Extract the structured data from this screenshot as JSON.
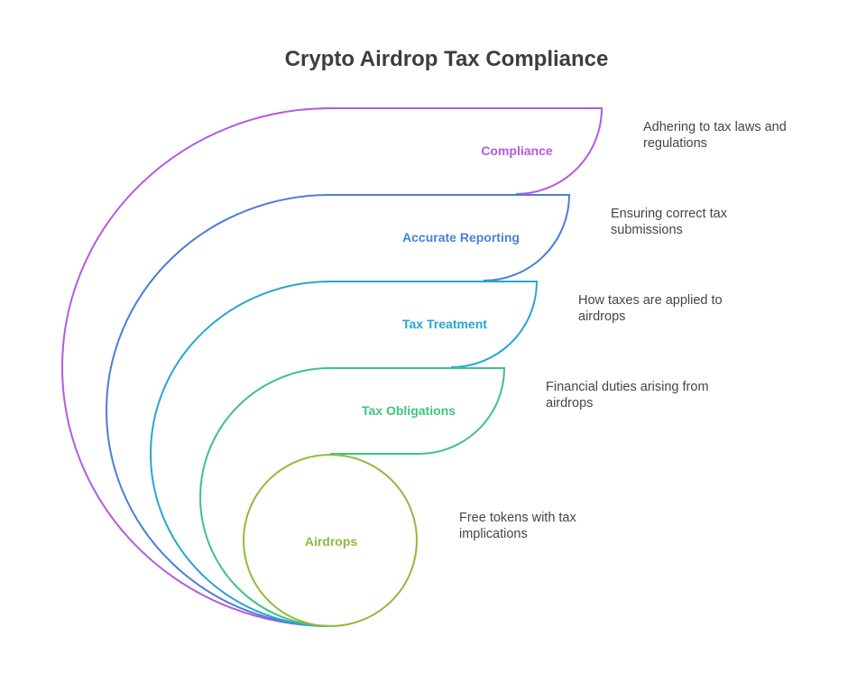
{
  "title": "Crypto Airdrop Tax Compliance",
  "layers": [
    {
      "label": "Compliance",
      "description_lines": [
        "Adhering to tax laws and",
        "regulations"
      ],
      "color": "#b35be0"
    },
    {
      "label": "Accurate Reporting",
      "description_lines": [
        "Ensuring correct tax",
        "submissions"
      ],
      "color": "#4a7fd6"
    },
    {
      "label": "Tax Treatment",
      "description_lines": [
        "How taxes are applied to",
        "airdrops"
      ],
      "color": "#27a6cf"
    },
    {
      "label": "Tax Obligations",
      "description_lines": [
        "Financial duties arising from",
        "airdrops"
      ],
      "color": "#3fc383"
    },
    {
      "label": "Airdrops",
      "description_lines": [
        "Free tokens with tax",
        "implications"
      ],
      "color": "#8fbb3c"
    }
  ]
}
